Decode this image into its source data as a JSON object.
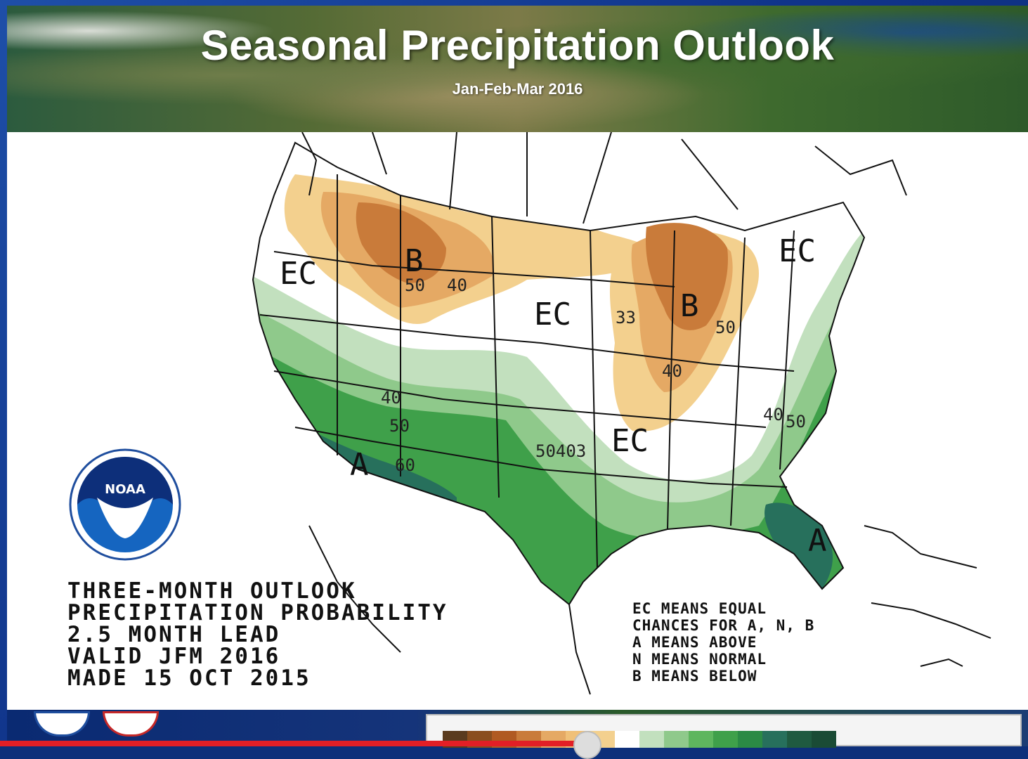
{
  "header": {
    "title": "Seasonal Precipitation Outlook",
    "subtitle": "Jan-Feb-Mar 2016"
  },
  "map": {
    "region_labels": {
      "ec_northwest": "EC",
      "b_montana": "B",
      "ec_plains": "EC",
      "b_great_lakes": "B",
      "ec_new_england": "EC",
      "ec_mississippi": "EC",
      "a_southwest": "A",
      "a_florida": "A"
    },
    "contour_labels": {
      "nw_50": "50",
      "nw_40": "40",
      "gl_33": "33",
      "gl_50": "50",
      "gl_40": "40",
      "sw_40": "40",
      "sw_50": "50",
      "sw_60": "60",
      "tx_series": "50403",
      "se_40": "40",
      "se_50": "50"
    },
    "colors": {
      "below_33": "#f3d08e",
      "below_40": "#e5a964",
      "below_50": "#c97b3a",
      "above_33": "#c2e0be",
      "above_40": "#8fc98b",
      "above_50": "#3fa04a",
      "above_60": "#27705c",
      "borders": "#111111"
    }
  },
  "info_block": {
    "line1": "THREE-MONTH OUTLOOK",
    "line2": "PRECIPITATION PROBABILITY",
    "line3": "2.5 MONTH LEAD",
    "line4": "VALID JFM 2016",
    "line5": "MADE 15 OCT 2015"
  },
  "legend_block": {
    "line1": "EC MEANS EQUAL",
    "line2": "CHANCES FOR A, N, B",
    "line3": "A MEANS ABOVE",
    "line4": "N MEANS NORMAL",
    "line5": "B MEANS BELOW"
  },
  "logo": {
    "text": "NOAA"
  },
  "colorbar": {
    "swatches": [
      "#5a3b1e",
      "#8a4e1e",
      "#b05a22",
      "#c97b3a",
      "#e5a964",
      "#f0c078",
      "#f3d08e",
      "#ffffff",
      "#c2e0be",
      "#8fc98b",
      "#5eb65e",
      "#3fa04a",
      "#2b8a45",
      "#27705c",
      "#1f5a40",
      "#1a4b35"
    ]
  },
  "player": {
    "progress_percent": 57
  }
}
